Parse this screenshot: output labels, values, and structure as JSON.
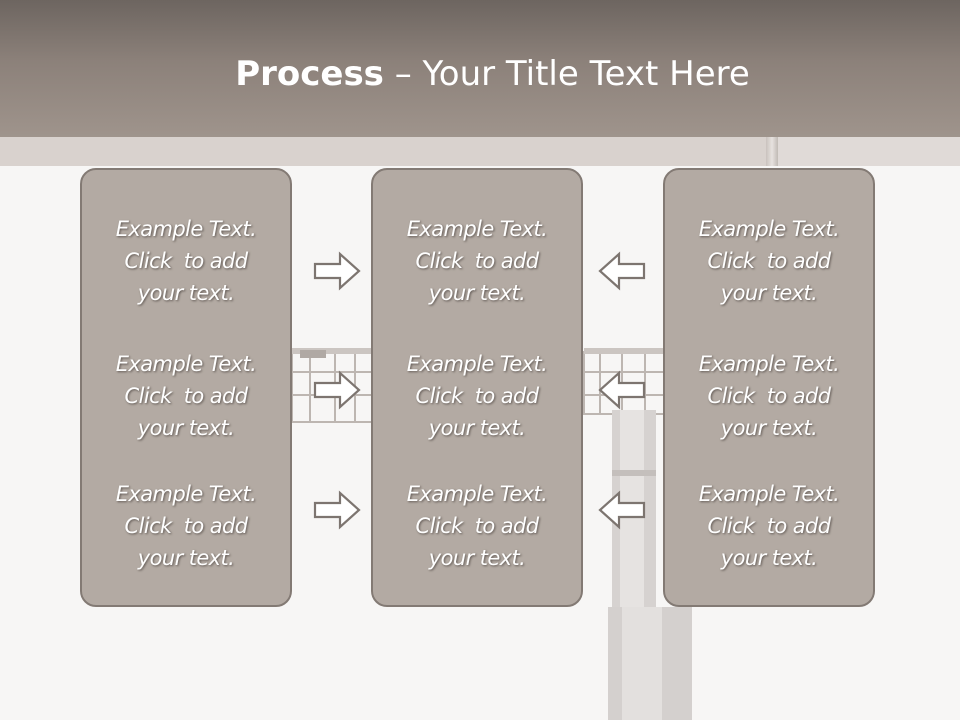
{
  "header": {
    "title_strong": "Process",
    "title_rest": " – Your Title Text Here"
  },
  "columns": [
    {
      "items": [
        {
          "line1": "Example Text.",
          "line2": "Click  to add",
          "line3": "your text."
        },
        {
          "line1": "Example Text.",
          "line2": "Click  to add",
          "line3": "your text."
        },
        {
          "line1": "Example Text.",
          "line2": "Click  to add",
          "line3": "your text."
        }
      ]
    },
    {
      "items": [
        {
          "line1": "Example Text.",
          "line2": "Click  to add",
          "line3": "your text."
        },
        {
          "line1": "Example Text.",
          "line2": "Click  to add",
          "line3": "your text."
        },
        {
          "line1": "Example Text.",
          "line2": "Click  to add",
          "line3": "your text."
        }
      ]
    },
    {
      "items": [
        {
          "line1": "Example Text.",
          "line2": "Click  to add",
          "line3": "your text."
        },
        {
          "line1": "Example Text.",
          "line2": "Click  to add",
          "line3": "your text."
        },
        {
          "line1": "Example Text.",
          "line2": "Click  to add",
          "line3": "your text."
        }
      ]
    }
  ],
  "colors": {
    "title_band": "#8c817a",
    "box_fill": "#b3aaa3",
    "box_border": "#837a74",
    "text": "#ffffff"
  },
  "icons": {
    "left_to_center": "arrow-right-icon",
    "right_to_center": "arrow-left-icon"
  }
}
